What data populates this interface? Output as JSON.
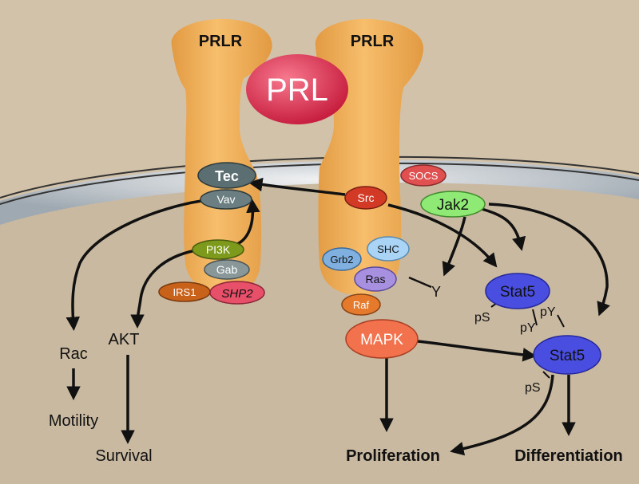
{
  "receptors": {
    "left_label": "PRLR",
    "right_label": "PRLR"
  },
  "ligand": {
    "label": "PRL"
  },
  "proteins": {
    "tec": "Tec",
    "vav": "Vav",
    "pi3k": "PI3K",
    "gab": "Gab",
    "irs1": "IRS1",
    "shp2": "SHP2",
    "socs": "SOCS",
    "src": "Src",
    "jak2": "Jak2",
    "grb2": "Grb2",
    "shc": "SHC",
    "ras": "Ras",
    "raf": "Raf",
    "mapk": "MAPK",
    "stat5_upper": "Stat5",
    "stat5_lower": "Stat5"
  },
  "modifications": {
    "y_ras": "Y",
    "ps_upper": "pS",
    "py_upper": "pY",
    "py_lower": "pY",
    "ps_lower": "pS"
  },
  "intermediates": {
    "rac": "Rac",
    "akt": "AKT"
  },
  "outcomes": {
    "motility": "Motility",
    "survival": "Survival",
    "proliferation": "Proliferation",
    "differentiation": "Differentiation"
  },
  "colors": {
    "background": "#d2c2aa",
    "receptor": "#f2b15d",
    "prl": "#e8405e",
    "tec": "#5b6e72",
    "pi3k": "#7d9a1c",
    "irs1": "#c8621a",
    "shp2": "#e8506a",
    "src": "#d23a26",
    "jak2": "#8eea74",
    "grb2": "#7fb0e0",
    "shc": "#a9d4f5",
    "ras": "#a790e0",
    "raf": "#e67a2c",
    "mapk": "#f2724e",
    "stat5": "#4a4ee0"
  }
}
